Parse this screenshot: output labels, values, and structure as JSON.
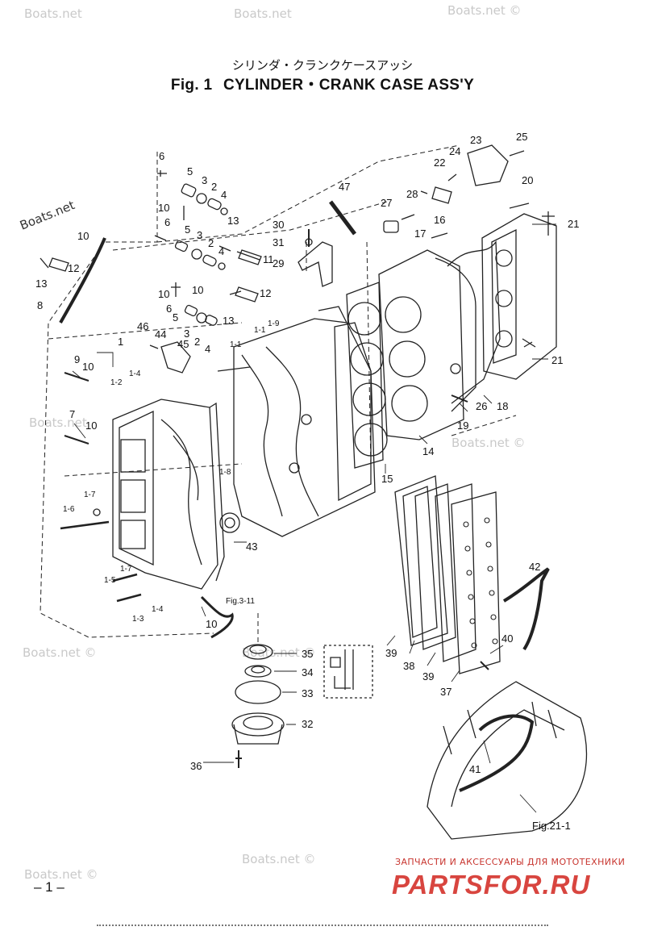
{
  "watermarks": [
    "Boats.net",
    "Boats.net",
    "Boats.net ©",
    "Boats.net",
    "Boats.net",
    "Boats.net ©",
    "Boats.net ©",
    "Boats.net ©",
    "Boats.net ©",
    "Boats.net ©"
  ],
  "title": {
    "japanese": "シリンダ・クランクケースアッシ",
    "fig": "Fig. 1",
    "name": "CYLINDER・CRANK CASE ASS'Y"
  },
  "labels": {
    "l6a": "6",
    "l5a": "5",
    "l3a": "3",
    "l2a": "2",
    "l4a": "4",
    "l10a": "10",
    "l6b": "6",
    "l13a": "13",
    "l10b": "10",
    "l5b": "5",
    "l3b": "3",
    "l2b": "2",
    "l4b": "4",
    "l11": "11",
    "l12a": "12",
    "l13b": "13",
    "l8": "8",
    "l10c": "10",
    "l6c": "6",
    "l12b": "12",
    "l5c": "5",
    "l13c": "13",
    "l3c": "3",
    "l2c": "2",
    "l4c": "4",
    "l46": "46",
    "l44": "44",
    "l45": "45",
    "l1": "1",
    "l9": "9",
    "l10d": "10",
    "l1_2": "1-2",
    "l1_4a": "1-4",
    "l7": "7",
    "l10e": "10",
    "l1_7a": "1-7",
    "l1_6": "1-6",
    "l1_5": "1-5",
    "l1_7b": "1-7",
    "l1_4b": "1-4",
    "l1_3": "1-3",
    "l10f": "10",
    "fig3_11": "Fig.3-11",
    "l1_1a": "1-1",
    "l1_9": "1-9",
    "l1_1b": "1-1",
    "l1_8": "1-8",
    "l43": "43",
    "l30": "30",
    "l31": "31",
    "l29": "29",
    "l47": "47",
    "l27": "27",
    "l28": "28",
    "l22": "22",
    "l24": "24",
    "l23": "23",
    "l25": "25",
    "l20": "20",
    "l16": "16",
    "l17": "17",
    "l21a": "21",
    "l21b": "21",
    "l26": "26",
    "l18": "18",
    "l19": "19",
    "l14": "14",
    "l15": "15",
    "l35": "35",
    "l34": "34",
    "l33": "33",
    "l32": "32",
    "l36": "36",
    "l42": "42",
    "l40": "40",
    "l39a": "39",
    "l38": "38",
    "l39b": "39",
    "l37": "37",
    "l41": "41",
    "fig21_1": "Fig.21-1"
  },
  "page_number": "– 1 –",
  "brand": {
    "tagline": "ЗАПЧАСТИ И АКСЕССУАРЫ ДЛЯ МОТОТЕХНИКИ",
    "name": "PARTSFOR.RU"
  }
}
